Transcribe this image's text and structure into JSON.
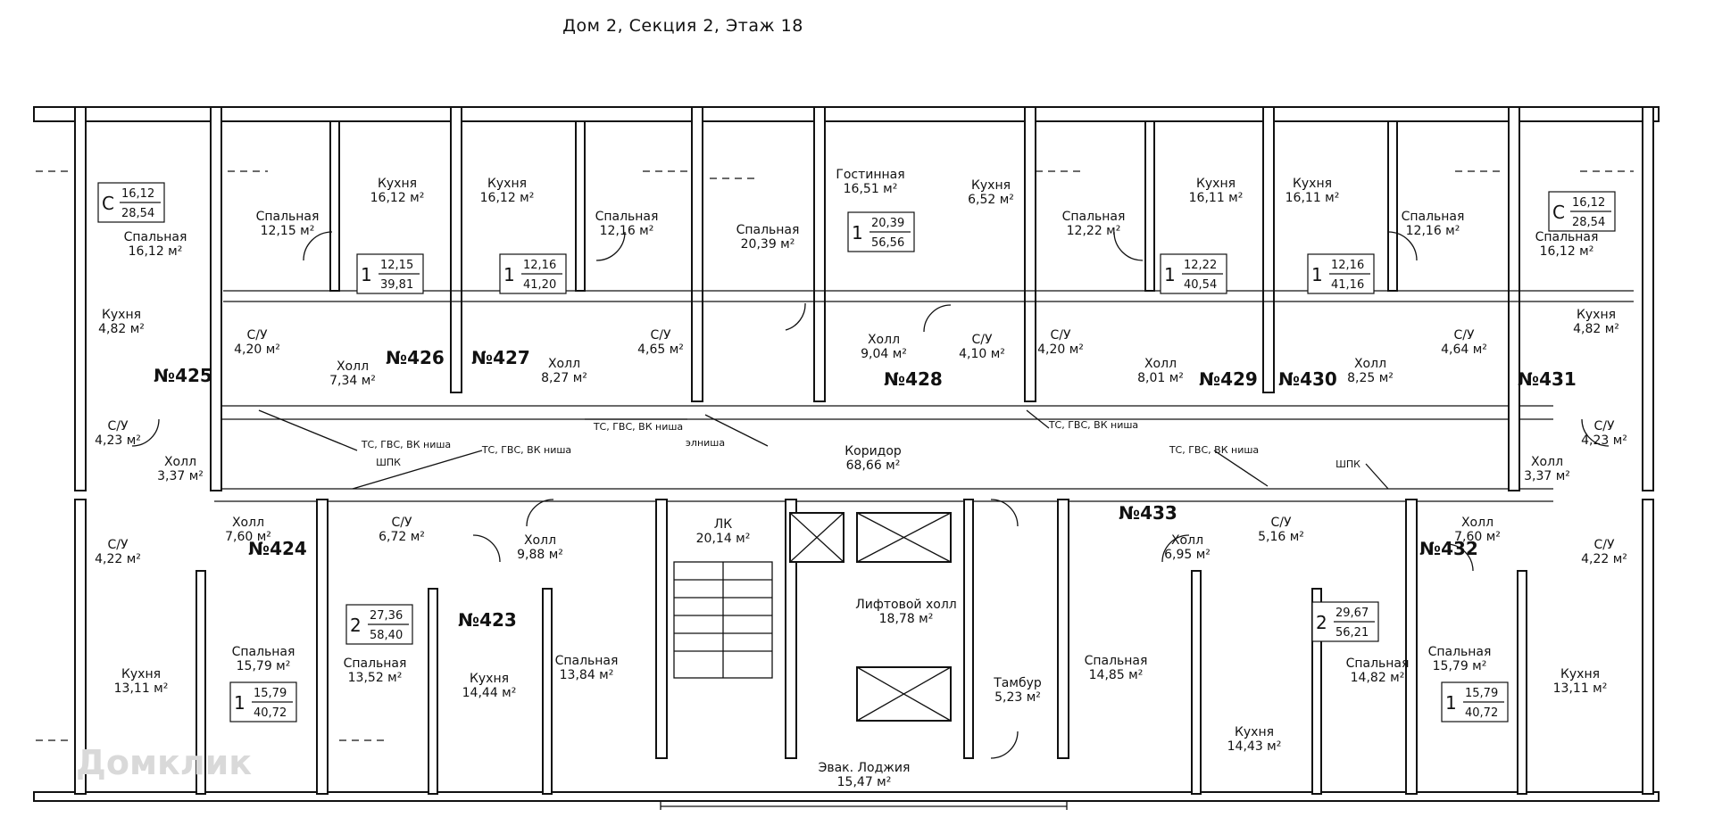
{
  "title": "Дом 2, Секция 2, Этаж 18",
  "watermark": "Домклик",
  "apartments": [
    {
      "id": "n425",
      "label": "№425"
    },
    {
      "id": "n426",
      "label": "№426"
    },
    {
      "id": "n427",
      "label": "№427"
    },
    {
      "id": "n428",
      "label": "№428"
    },
    {
      "id": "n429",
      "label": "№429"
    },
    {
      "id": "n430",
      "label": "№430"
    },
    {
      "id": "n431",
      "label": "№431"
    },
    {
      "id": "n424",
      "label": "№424"
    },
    {
      "id": "n423",
      "label": "№423"
    },
    {
      "id": "n433",
      "label": "№433"
    },
    {
      "id": "n432",
      "label": "№432"
    }
  ],
  "badges": [
    {
      "rooms": "С",
      "living": "16,12",
      "total": "28,54"
    },
    {
      "rooms": "1",
      "living": "12,15",
      "total": "39,81"
    },
    {
      "rooms": "1",
      "living": "12,16",
      "total": "41,20"
    },
    {
      "rooms": "1",
      "living": "20,39",
      "total": "56,56"
    },
    {
      "rooms": "1",
      "living": "12,22",
      "total": "40,54"
    },
    {
      "rooms": "1",
      "living": "12,16",
      "total": "41,16"
    },
    {
      "rooms": "С",
      "living": "16,12",
      "total": "28,54"
    },
    {
      "rooms": "2",
      "living": "27,36",
      "total": "58,40"
    },
    {
      "rooms": "1",
      "living": "15,79",
      "total": "40,72"
    },
    {
      "rooms": "2",
      "living": "29,67",
      "total": "56,21"
    },
    {
      "rooms": "1",
      "living": "15,79",
      "total": "40,72"
    }
  ],
  "rooms": [
    {
      "name": "Спальная",
      "area": "16,12 м²"
    },
    {
      "name": "Кухня",
      "area": "4,82 м²"
    },
    {
      "name": "С/У",
      "area": "4,20 м²"
    },
    {
      "name": "Спальная",
      "area": "12,15 м²"
    },
    {
      "name": "Кухня",
      "area": "16,12 м²"
    },
    {
      "name": "Холл",
      "area": "7,34 м²"
    },
    {
      "name": "Кухня",
      "area": "16,12 м²"
    },
    {
      "name": "Спальная",
      "area": "12,16 м²"
    },
    {
      "name": "С/У",
      "area": "4,65 м²"
    },
    {
      "name": "Холл",
      "area": "8,27 м²"
    },
    {
      "name": "Спальная",
      "area": "20,39 м²"
    },
    {
      "name": "Гостинная",
      "area": "16,51 м²"
    },
    {
      "name": "Кухня",
      "area": "6,52 м²"
    },
    {
      "name": "Холл",
      "area": "9,04 м²"
    },
    {
      "name": "С/У",
      "area": "4,10 м²"
    },
    {
      "name": "Спальная",
      "area": "12,22 м²"
    },
    {
      "name": "Кухня",
      "area": "16,11 м²"
    },
    {
      "name": "С/У",
      "area": "4,20 м²"
    },
    {
      "name": "Холл",
      "area": "8,01 м²"
    },
    {
      "name": "Кухня",
      "area": "16,11 м²"
    },
    {
      "name": "Спальная",
      "area": "12,16 м²"
    },
    {
      "name": "С/У",
      "area": "4,64 м²"
    },
    {
      "name": "Холл",
      "area": "8,25 м²"
    },
    {
      "name": "Спальная",
      "area": "16,12 м²"
    },
    {
      "name": "Кухня",
      "area": "4,82 м²"
    },
    {
      "name": "С/У",
      "area": "4,23 м²"
    },
    {
      "name": "Холл",
      "area": "3,37 м²"
    },
    {
      "name": "С/У",
      "area": "4,23 м²"
    },
    {
      "name": "Холл",
      "area": "3,37 м²"
    },
    {
      "name": "Коридор",
      "area": "68,66 м²"
    },
    {
      "name": "С/У",
      "area": "4,22 м²"
    },
    {
      "name": "Холл",
      "area": "7,60 м²"
    },
    {
      "name": "Спальная",
      "area": "15,79 м²"
    },
    {
      "name": "Кухня",
      "area": "13,11 м²"
    },
    {
      "name": "С/У",
      "area": "6,72 м²"
    },
    {
      "name": "Холл",
      "area": "9,88 м²"
    },
    {
      "name": "Спальная",
      "area": "13,52 м²"
    },
    {
      "name": "Кухня",
      "area": "14,44 м²"
    },
    {
      "name": "Спальная",
      "area": "13,84 м²"
    },
    {
      "name": "ЛК",
      "area": "20,14 м²"
    },
    {
      "name": "Лифтовой холл",
      "area": "18,78 м²"
    },
    {
      "name": "Тамбур",
      "area": "5,23 м²"
    },
    {
      "name": "Эвак. Лоджия",
      "area": "15,47 м²"
    },
    {
      "name": "Спальная",
      "area": "14,85 м²"
    },
    {
      "name": "Холл",
      "area": "6,95 м²"
    },
    {
      "name": "С/У",
      "area": "5,16 м²"
    },
    {
      "name": "Спальная",
      "area": "14,82 м²"
    },
    {
      "name": "Кухня",
      "area": "14,43 м²"
    },
    {
      "name": "Холл",
      "area": "7,60 м²"
    },
    {
      "name": "С/У",
      "area": "4,22 м²"
    },
    {
      "name": "Спальная",
      "area": "15,79 м²"
    },
    {
      "name": "Кухня",
      "area": "13,11 м²"
    }
  ],
  "notes": [
    "ТС, ГВС, ВК ниша",
    "ТС, ГВС, ВК ниша",
    "ТС, ГВС, ВК ниша",
    "ТС, ГВС, ВК ниша",
    "ТС, ГВС, ВК ниша",
    "ШПК",
    "ШПК",
    "элниша"
  ]
}
